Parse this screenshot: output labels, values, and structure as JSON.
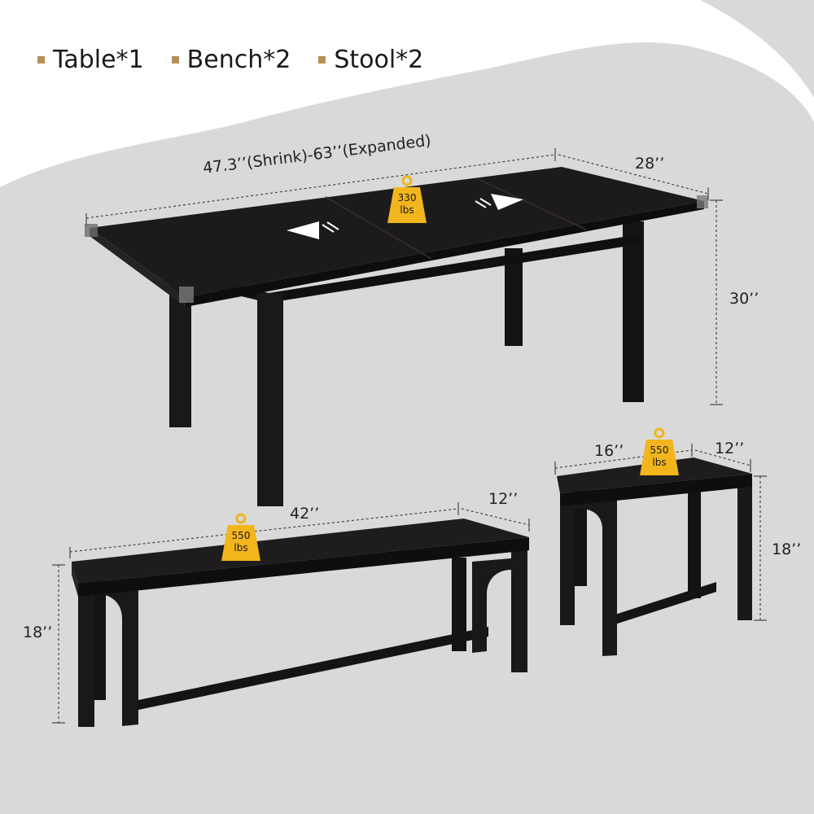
{
  "legend": {
    "items": [
      {
        "label": "Table*1"
      },
      {
        "label": "Bench*2"
      },
      {
        "label": "Stool*2"
      }
    ]
  },
  "table": {
    "length_label": "47.3’’(Shrink)-63’’(Expanded)",
    "width_label": "28’’",
    "height_label": "30’’",
    "weight_value": "330",
    "weight_unit": "lbs"
  },
  "bench": {
    "length_label": "42’’",
    "width_label": "12’’",
    "height_label": "18’’",
    "weight_value": "550",
    "weight_unit": "lbs"
  },
  "stool": {
    "length_label": "16’’",
    "width_label": "12’’",
    "height_label": "18’’",
    "weight_value": "550",
    "weight_unit": "lbs"
  },
  "colors": {
    "background_blob": "#d9d9d9",
    "furniture": "#1c1a1b",
    "furniture_edge": "#2f2b2c",
    "accent_gold": "#f2b51c",
    "legend_bullet": "#b48f56"
  }
}
